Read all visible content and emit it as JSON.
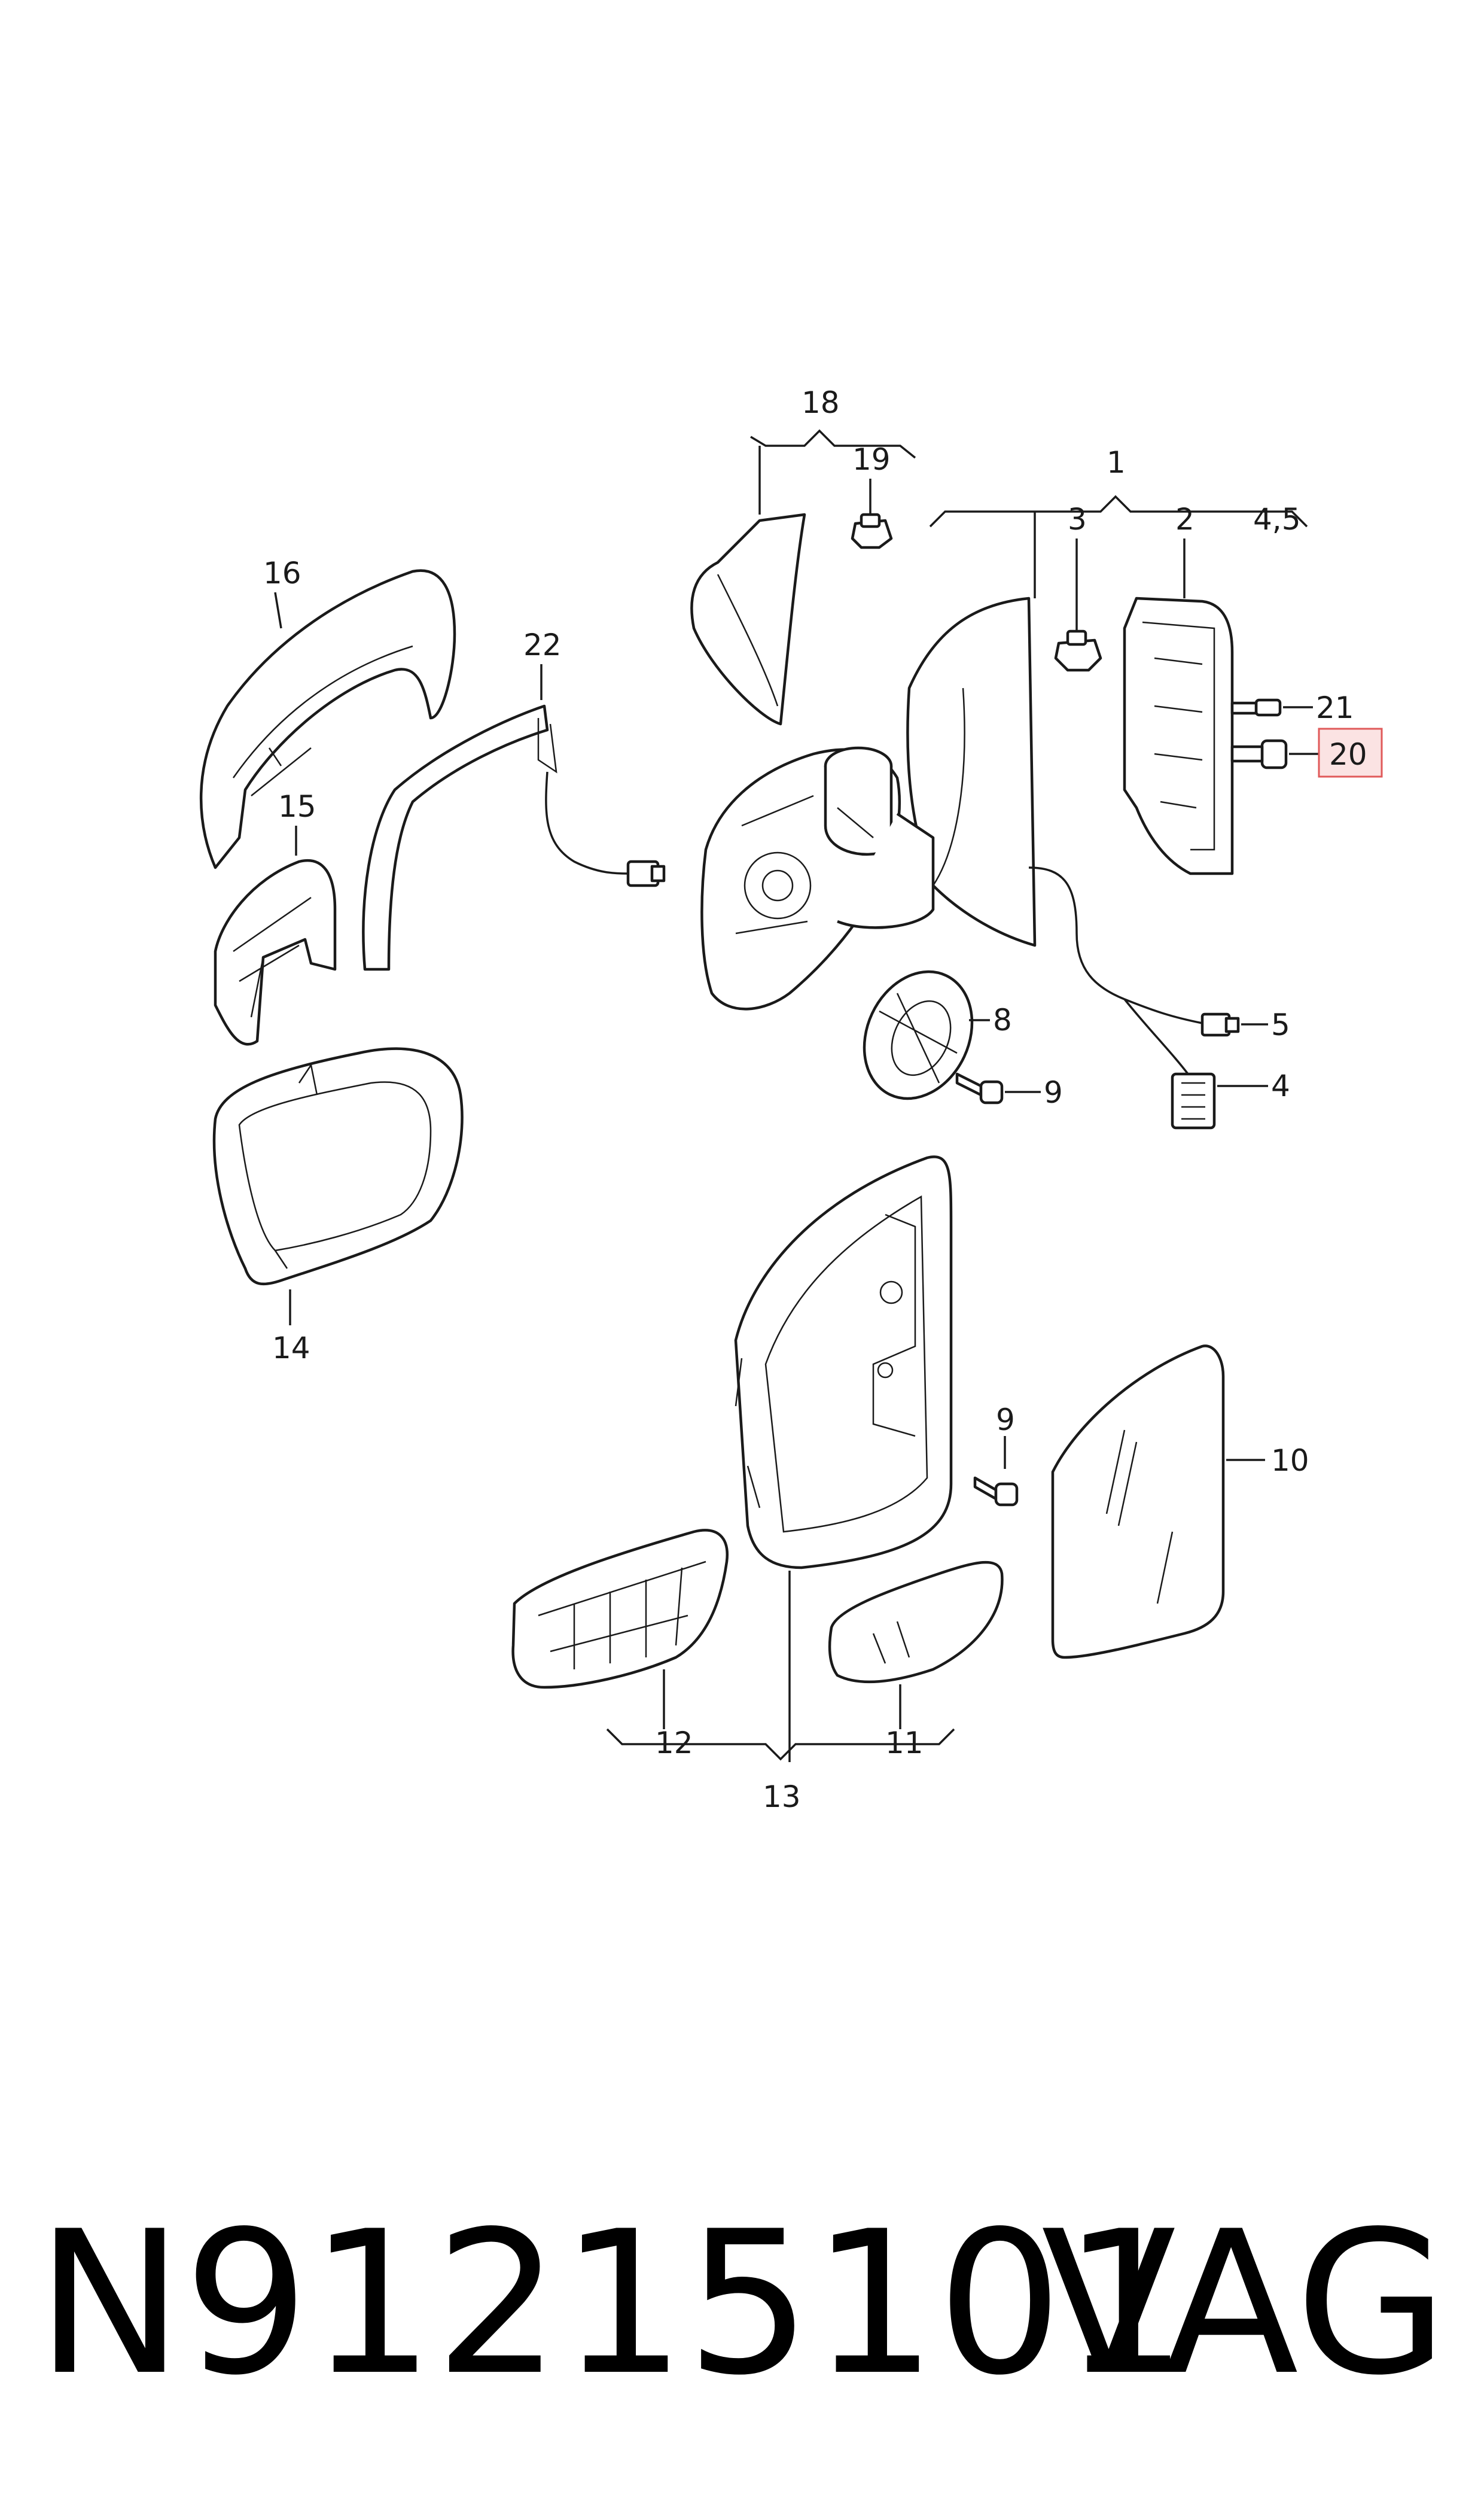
{
  "callouts": {
    "c1": "1",
    "c2": "2",
    "c3": "3",
    "c45": "4,5",
    "c4": "4",
    "c5": "5",
    "c8": "8",
    "c9a": "9",
    "c9b": "9",
    "c10": "10",
    "c11": "11",
    "c12": "12",
    "c13": "13",
    "c14": "14",
    "c15": "15",
    "c16": "16",
    "c18": "18",
    "c19": "19",
    "c20": "20",
    "c21": "21",
    "c22": "22"
  },
  "highlight_color": "#e05a5a",
  "footer": {
    "part_number": "N91215101",
    "brand": "VAG"
  }
}
